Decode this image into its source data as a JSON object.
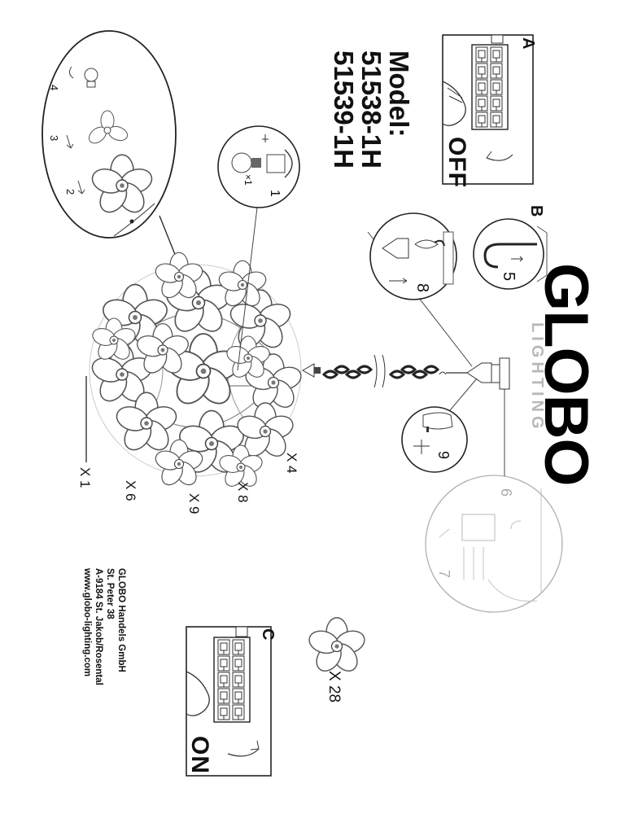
{
  "brand": {
    "name": "GLOBO",
    "sub": "LIGHTING"
  },
  "model": {
    "label": "Model:",
    "numbers": [
      "51538-1H",
      "51539-1H"
    ]
  },
  "panels": {
    "a": {
      "letter": "A",
      "state": "OFF"
    },
    "b": {
      "letter": "B"
    },
    "c": {
      "letter": "C",
      "state": "ON"
    }
  },
  "steps": [
    "1",
    "2",
    "3",
    "4",
    "5",
    "6",
    "7",
    "8",
    "9"
  ],
  "callout": {
    "qty": "×1"
  },
  "parts": [
    {
      "qty": "X 4"
    },
    {
      "qty": "X 8"
    },
    {
      "qty": "X 1"
    },
    {
      "qty": "X 6"
    },
    {
      "qty": "X 9"
    },
    {
      "qty": "X 28"
    }
  ],
  "address": [
    "GLOBO Handels GmbH",
    "St. Peter 38",
    "A-9184 St. Jakob/Rosental",
    "www.globo-lighting.com"
  ]
}
